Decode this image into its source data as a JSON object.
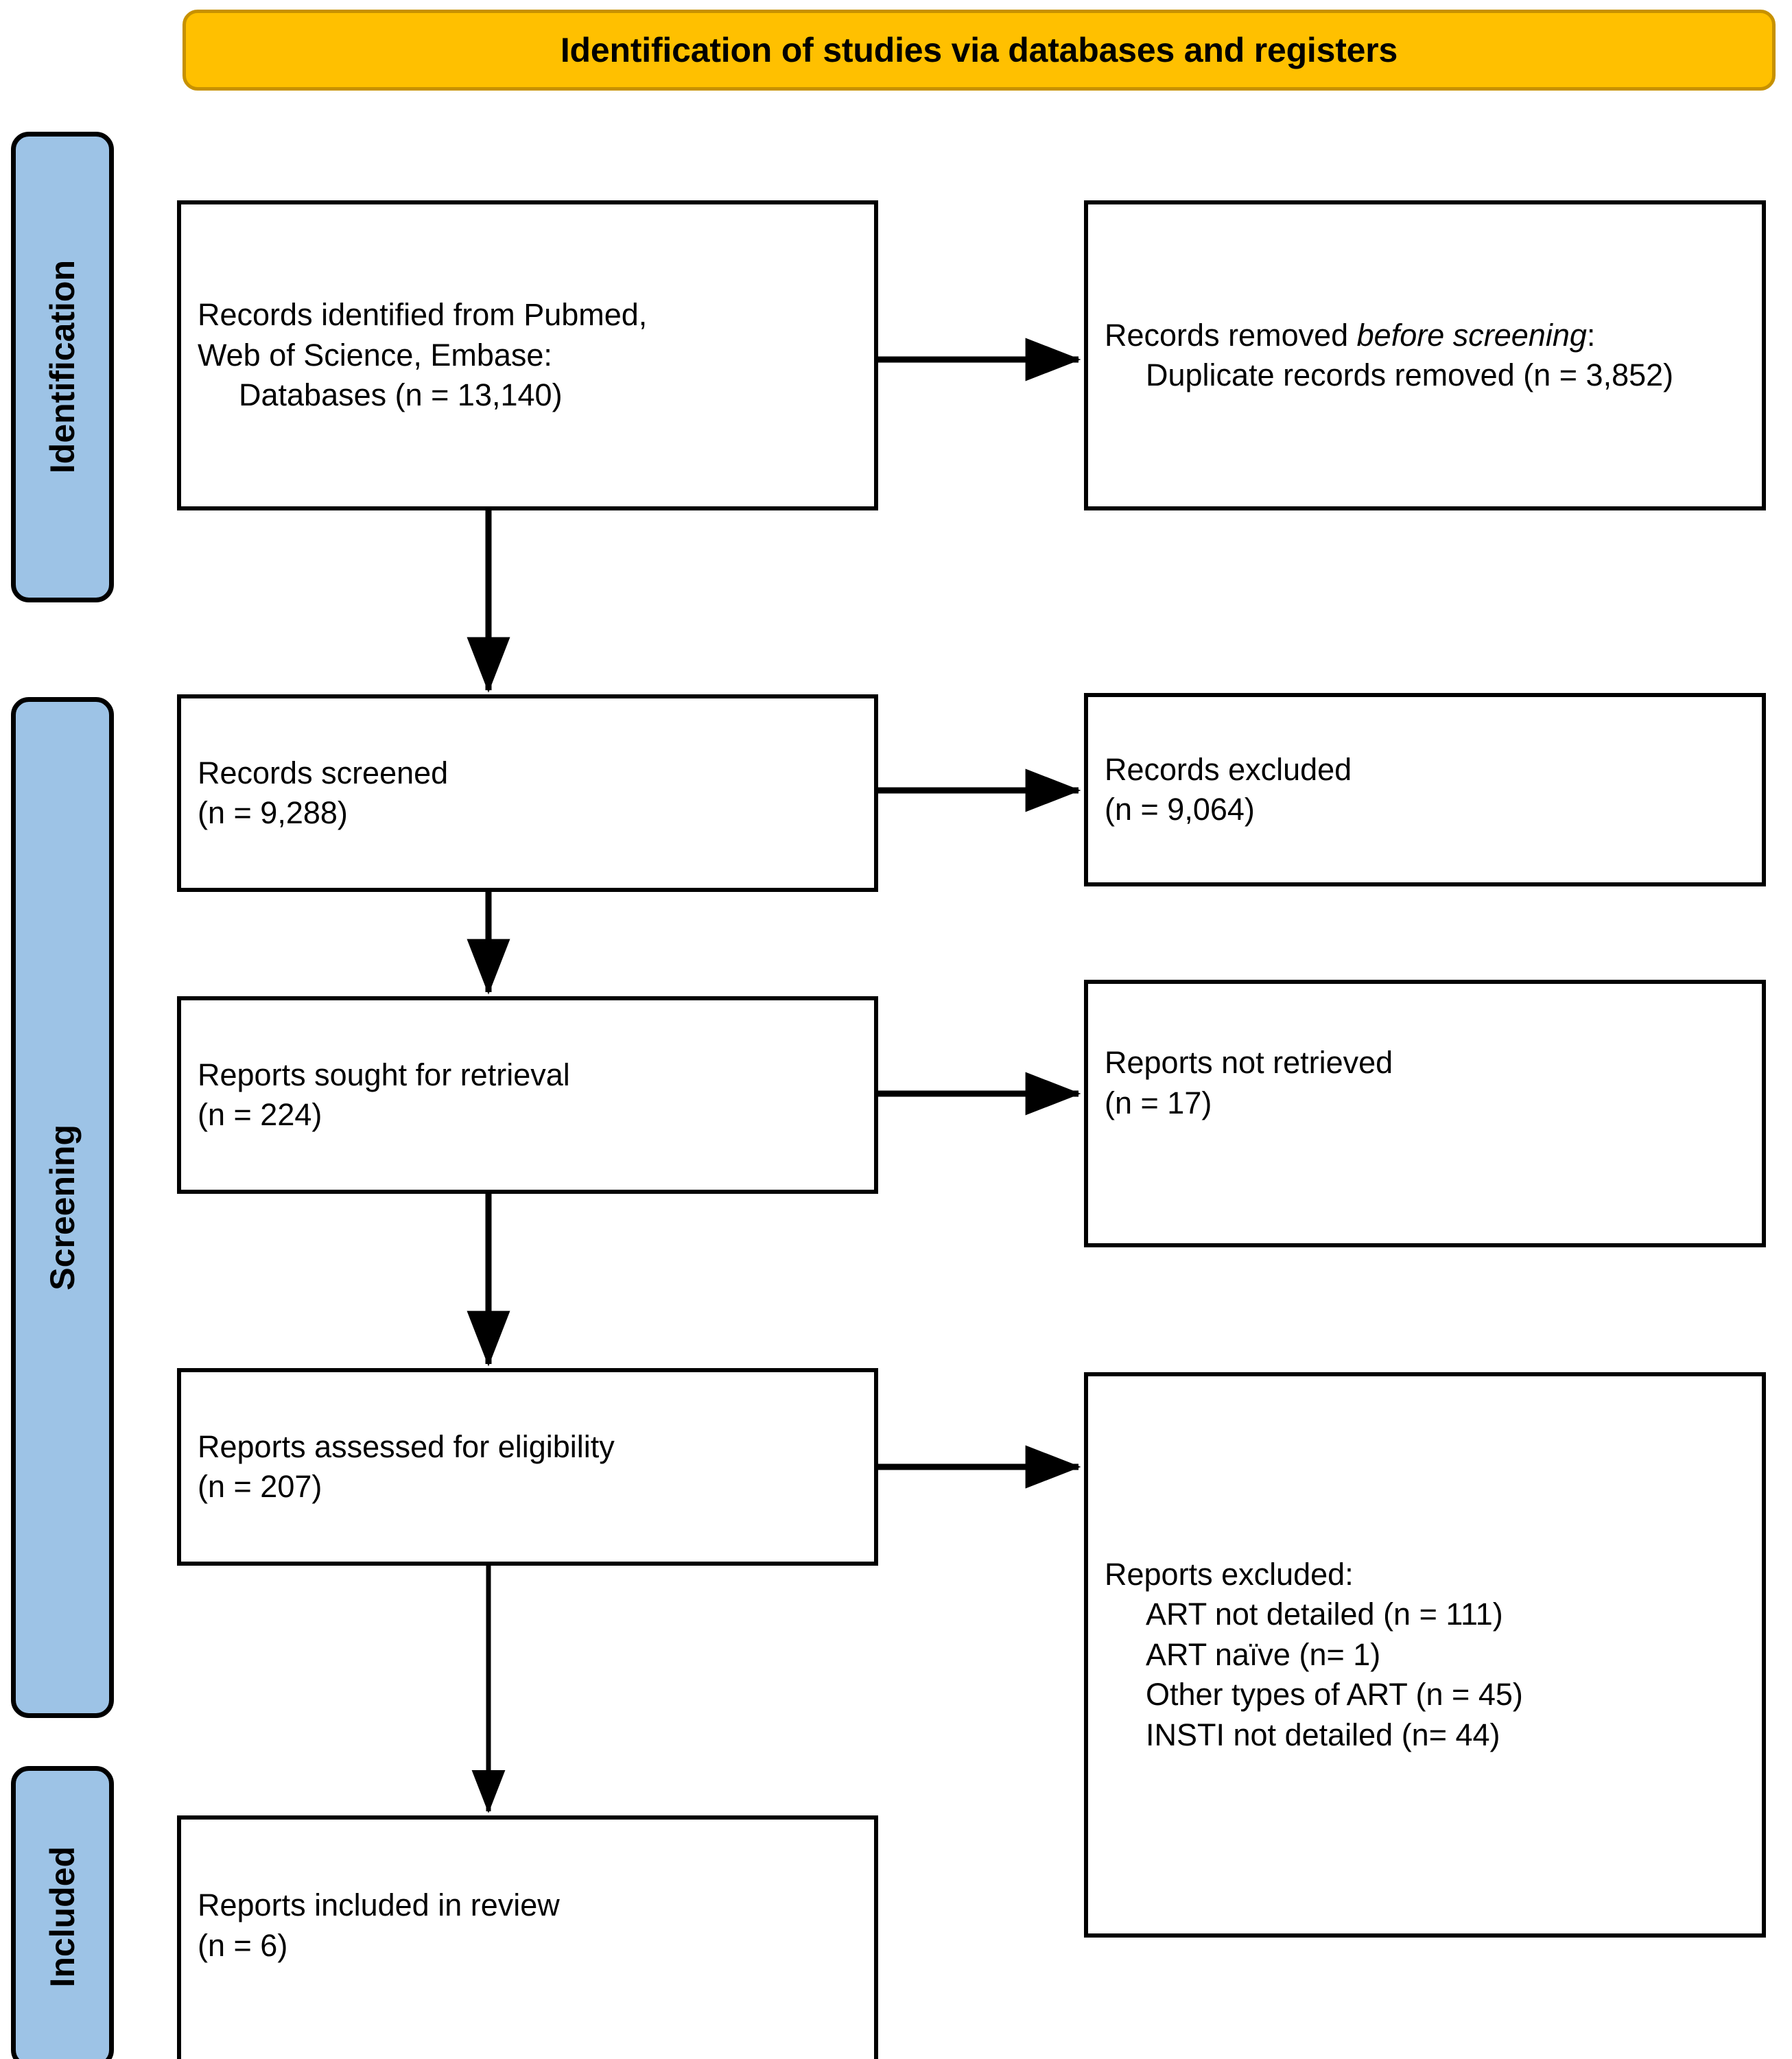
{
  "diagram": {
    "type": "prisma-flow-diagram",
    "header": {
      "title": "Identification of studies via databases and registers"
    },
    "stages": [
      {
        "id": "identification",
        "label": "Identification"
      },
      {
        "id": "screening",
        "label": "Screening"
      },
      {
        "id": "included",
        "label": "Included"
      }
    ],
    "boxes": {
      "identified": {
        "line1": "Records identified from Pubmed,",
        "line2": "Web of Science, Embase:",
        "line3": "Databases (n = 13,140)"
      },
      "removed_before_screening": {
        "lead_prefix": "Records removed ",
        "lead_italic": "before screening",
        "lead_suffix": ":",
        "detail": "Duplicate records removed (n = 3,852)"
      },
      "records_screened": {
        "line1": "Records screened",
        "line2": "(n = 9,288)"
      },
      "records_excluded": {
        "line1": "Records excluded",
        "line2": "(n = 9,064)"
      },
      "reports_sought": {
        "line1": "Reports sought for retrieval",
        "line2": "(n = 224)"
      },
      "reports_not_retrieved": {
        "line1": "Reports not retrieved",
        "line2": "(n = 17)"
      },
      "reports_assessed": {
        "line1": "Reports assessed for eligibility",
        "line2": "(n = 207)"
      },
      "reports_excluded": {
        "heading": "Reports excluded:",
        "reasons": [
          "ART not detailed (n = 111)",
          "ART naïve (n= 1)",
          "Other types of ART (n = 45)",
          "INSTI not detailed (n= 44)"
        ]
      },
      "reports_included": {
        "line1": "Reports included in review",
        "line2": "(n = 6)"
      }
    },
    "counts": {
      "databases_identified": 13140,
      "duplicates_removed": 3852,
      "records_screened": 9288,
      "records_excluded": 9064,
      "reports_sought": 224,
      "reports_not_retrieved": 17,
      "reports_assessed": 207,
      "reports_excluded_art_not_detailed": 111,
      "reports_excluded_art_naive": 1,
      "reports_excluded_other_art": 45,
      "reports_excluded_insti_not_detailed": 44,
      "reports_included": 6
    },
    "colors": {
      "banner_fill": "#FFC000",
      "banner_border": "#C79100",
      "stage_rail_fill": "#9DC3E6",
      "box_border": "#000000",
      "box_fill": "#FFFFFF",
      "connector": "#000000"
    }
  }
}
